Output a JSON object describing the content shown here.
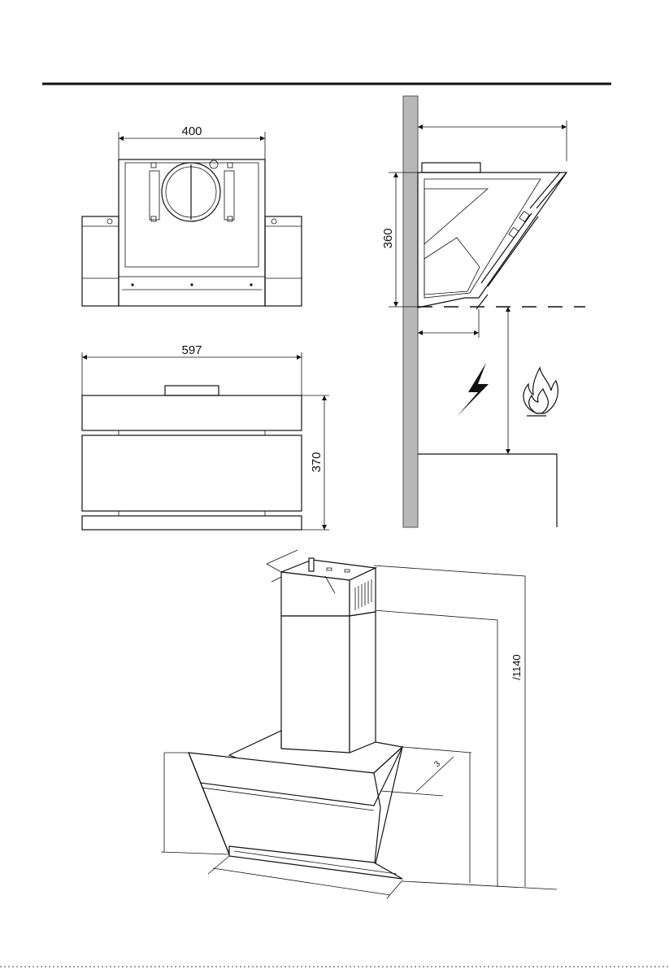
{
  "dimensions": {
    "top_view_width": "400",
    "front_view_width": "597",
    "front_view_height": "370",
    "side_view_height": "360",
    "iso_view_height": "/1140"
  },
  "icons": {
    "electrical": "lightning-bolt-icon",
    "gas": "flame-icon"
  },
  "colors": {
    "line": "#111111",
    "wall": "#b8b8b8",
    "background": "#ffffff"
  }
}
